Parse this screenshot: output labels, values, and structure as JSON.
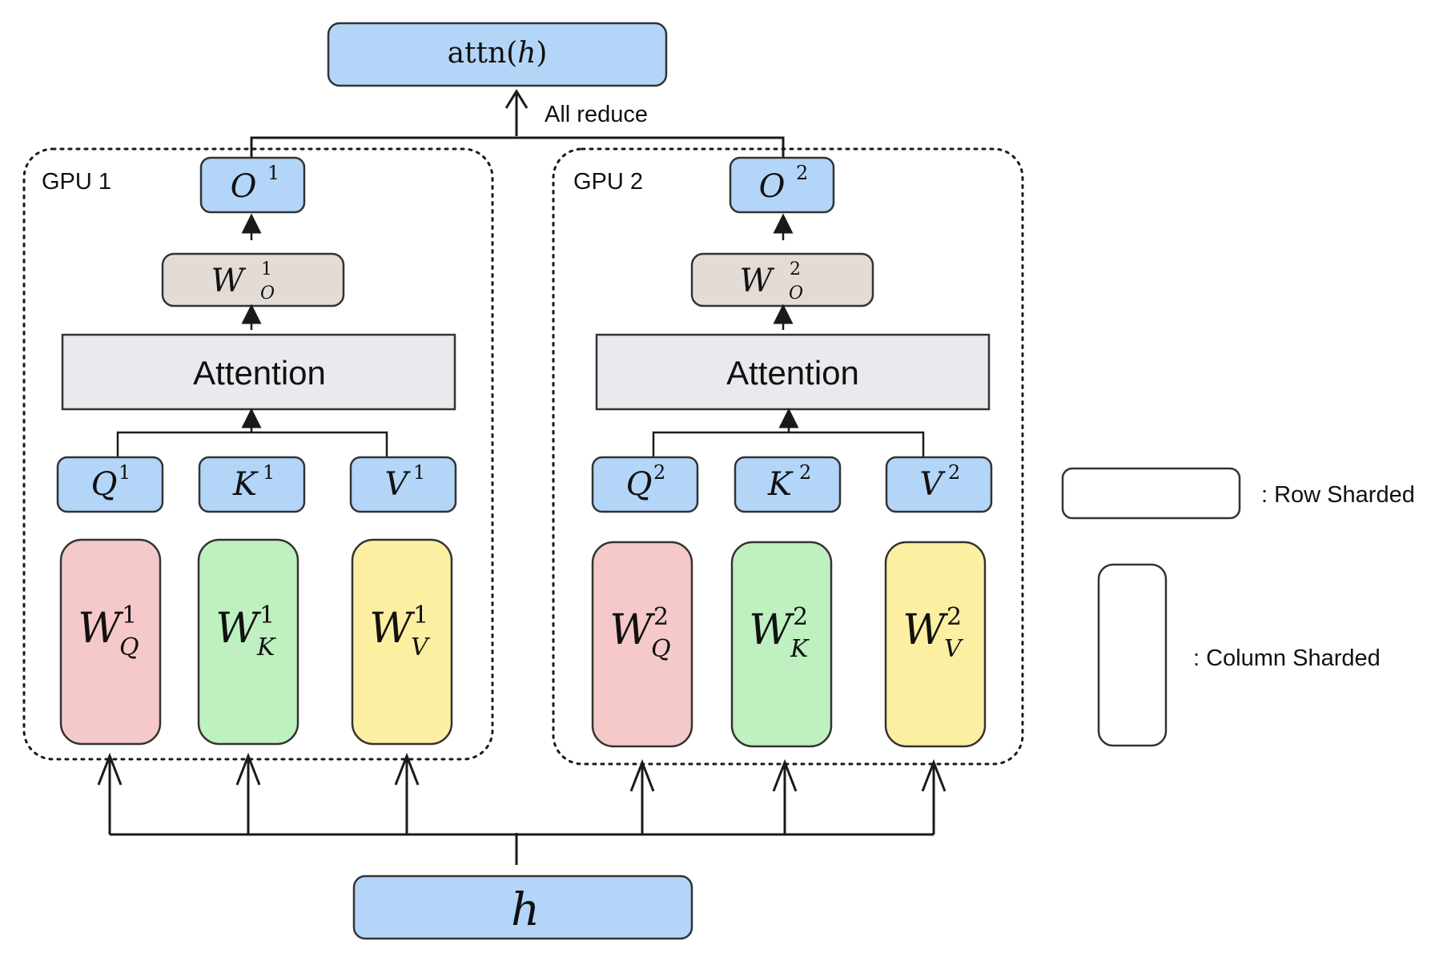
{
  "colors": {
    "blue": "#b3d5f8",
    "beige": "#e3dcd6",
    "gray": "#e9eaee",
    "pink": "#f5c9c9",
    "green": "#bff0c0",
    "yellow": "#fcefa1",
    "white": "#ffffff"
  },
  "output": {
    "func": "attn",
    "arg": "h"
  },
  "allreduce_label": "All reduce",
  "input": {
    "label": "h"
  },
  "gpus": [
    {
      "label": "GPU 1",
      "idx": "1",
      "attention": "Attention"
    },
    {
      "label": "GPU 2",
      "idx": "2",
      "attention": "Attention"
    }
  ],
  "symbols": {
    "o": "O",
    "w": "W",
    "q": "Q",
    "k": "K",
    "v": "V"
  },
  "legend": {
    "row_label": ": Row Sharded",
    "column_label": ": Column Sharded"
  }
}
